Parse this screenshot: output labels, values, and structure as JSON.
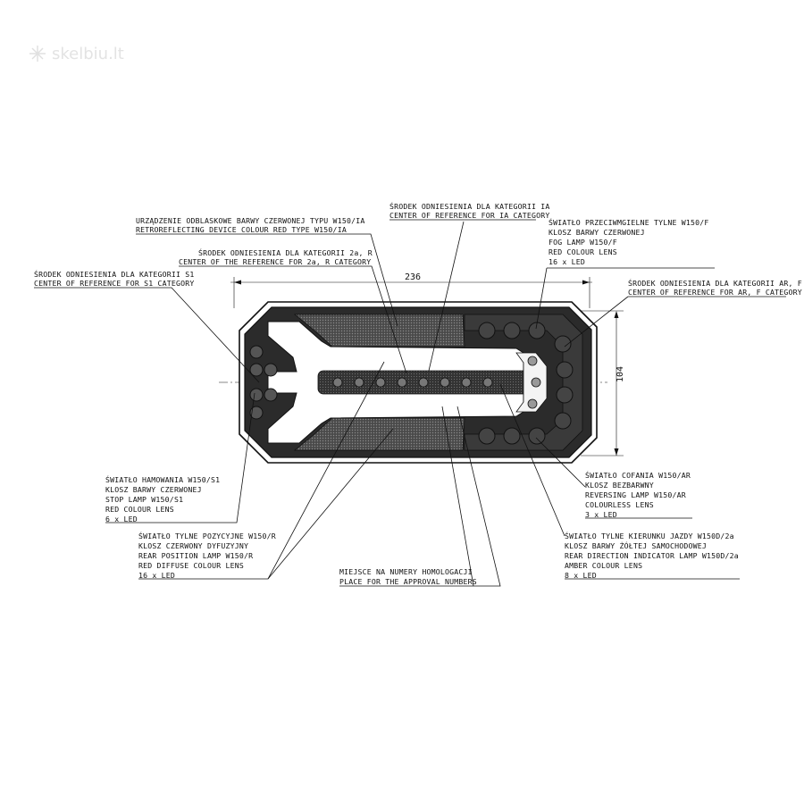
{
  "watermark": "skelbiu.lt",
  "dimensions": {
    "width": "236",
    "height": "104"
  },
  "labels": {
    "retro": [
      "URZĄDZENIE ODBLASKOWE BARWY CZERWONEJ TYPU W150/IA",
      "RETROREFLECTING DEVICE COLOUR RED TYPE W150/IA"
    ],
    "ia": [
      "ŚRODEK ODNIESIENIA DLA KATEGORII IA",
      "CENTER OF REFERENCE FOR IA CATEGORY"
    ],
    "fog": [
      "ŚWIATŁO PRZECIWMGIELNE TYLNE W150/F",
      "KLOSZ BARWY CZERWONEJ",
      "FOG LAMP W150/F",
      "RED COLOUR LENS",
      "16 x LED"
    ],
    "cat2a": [
      "ŚRODEK ODNIESIENIA DLA KATEGORII 2a, R",
      "CENTER OF THE REFERENCE FOR 2a, R CATEGORY"
    ],
    "s1": [
      "ŚRODEK ODNIESIENIA DLA KATEGORII S1",
      "CENTER OF REFERENCE FOR S1 CATEGORY"
    ],
    "arf": [
      "ŚRODEK ODNIESIENIA DLA KATEGORII AR, F",
      "CENTER OF REFERENCE FOR AR, F CATEGORY"
    ],
    "stop": [
      "ŚWIATŁO HAMOWANIA W150/S1",
      "KLOSZ BARWY CZERWONEJ",
      "STOP LAMP W150/S1",
      "RED COLOUR LENS",
      "6 x LED"
    ],
    "reverse": [
      "ŚWIATŁO COFANIA W150/AR",
      "KLOSZ BEZBARWNY",
      "REVERSING LAMP W150/AR",
      "COLOURLESS LENS",
      "3 x LED"
    ],
    "position": [
      "ŚWIATŁO TYLNE POZYCYJNE W150/R",
      "KLOSZ CZERWONY DYFUZYJNY",
      "REAR POSITION LAMP W150/R",
      "RED DIFFUSE COLOUR LENS",
      "16 x LED"
    ],
    "indicator": [
      "ŚWIATŁO TYLNE KIERUNKU JAZDY W150D/2a",
      "KLOSZ BARWY ŻÓŁTEJ SAMOCHODOWEJ",
      "REAR DIRECTION INDICATOR LAMP W150D/2a",
      "AMBER COLOUR LENS",
      "8 x LED"
    ],
    "approval": [
      "MIEJSCE NA NUMERY HOMOLOGACJI",
      "PLACE FOR THE APPROVAL NUMBERS"
    ]
  }
}
